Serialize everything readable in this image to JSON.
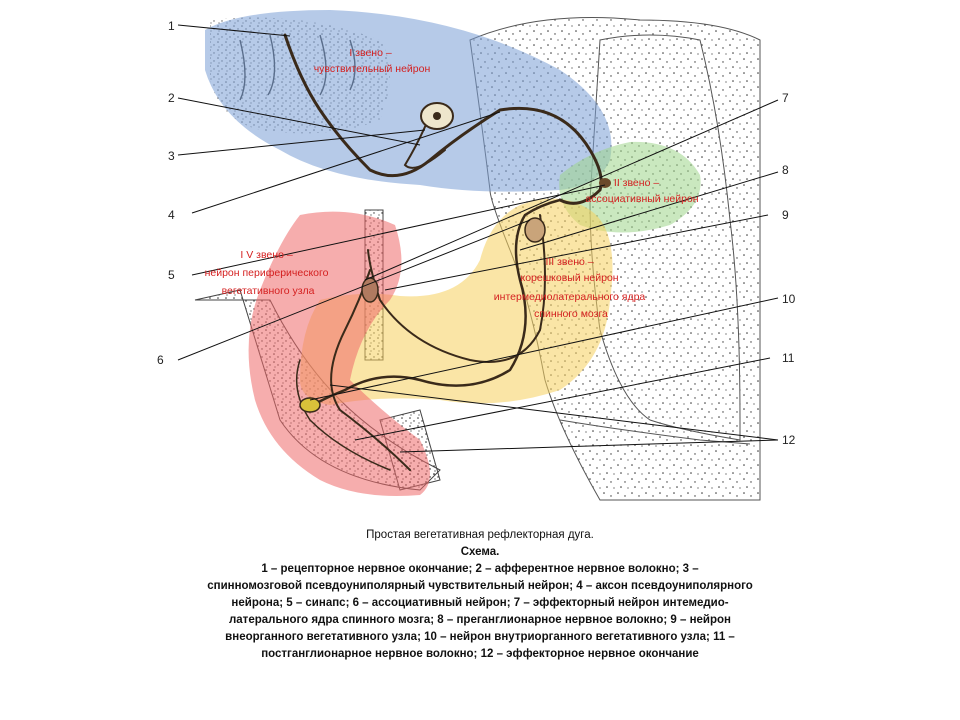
{
  "figure": {
    "numbers": [
      "1",
      "2",
      "3",
      "4",
      "5",
      "6",
      "7",
      "8",
      "9",
      "10",
      "11",
      "12"
    ],
    "zones": {
      "zone1": [
        "I звено –",
        "чувствительный нейрон"
      ],
      "zone2": [
        "II звено –",
        "ассоциативный нейрон"
      ],
      "zone3": [
        "III звено –",
        "корешковый нейрон",
        "интермедиолатерального ядра",
        "спинного мозга"
      ],
      "zone4": [
        "I V звено –",
        "нейрон периферического",
        "вегетативного узла"
      ]
    },
    "colors": {
      "zone1": "#7a9fd6",
      "zone2": "#9ed68a",
      "zone3": "#f5cf5c",
      "zone4": "#ef6a6a",
      "label": "#d42020",
      "nerve": "#3a2a1a"
    }
  },
  "caption": {
    "title": "Простая вегетативная рефлекторная дуга.",
    "subtitle": "Схема.",
    "legend": [
      "1 – рецепторное нервное окончание; 2 – афферентное нервное волокно; 3 –",
      "спинномозговой псевдоуниполярный чувствительный нейрон; 4 – аксон псевдоуниполярного",
      "нейрона; 5 – синапс; 6 – ассоциативный нейрон; 7 – эффекторный нейрон интемедио-",
      "латерального ядра спинного мозга; 8 – преганглионарное нервное волокно; 9 – нейрон",
      "внеорганного вегетативного узла; 10 – нейрон внутриорганного вегетативного узла; 11 –",
      "постганглионарное нервное  волокно; 12 – эффекторное нервное окончание"
    ]
  }
}
